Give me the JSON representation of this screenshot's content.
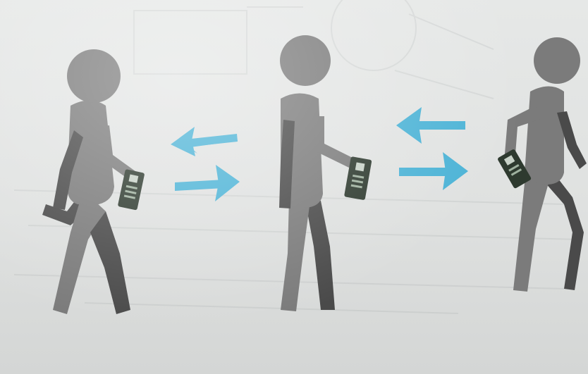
{
  "figure": {
    "description_items": [
      "walking-person-with-phone",
      "exchange-arrows",
      "walking-person-with-phone",
      "exchange-arrows",
      "walking-person-with-phone"
    ]
  },
  "colors": {
    "background": "#dfe1e0",
    "figure_light": "#7b7b7b",
    "figure_dark": "#4a4a4a",
    "arrow": "#4cb3d6",
    "device": "#2e3a2f",
    "device_chip": "#c8d2c8"
  },
  "icons": {
    "person": "person-walking-icon",
    "arrows": "bidirectional-arrows-icon",
    "device": "phone-sensor-icon"
  }
}
